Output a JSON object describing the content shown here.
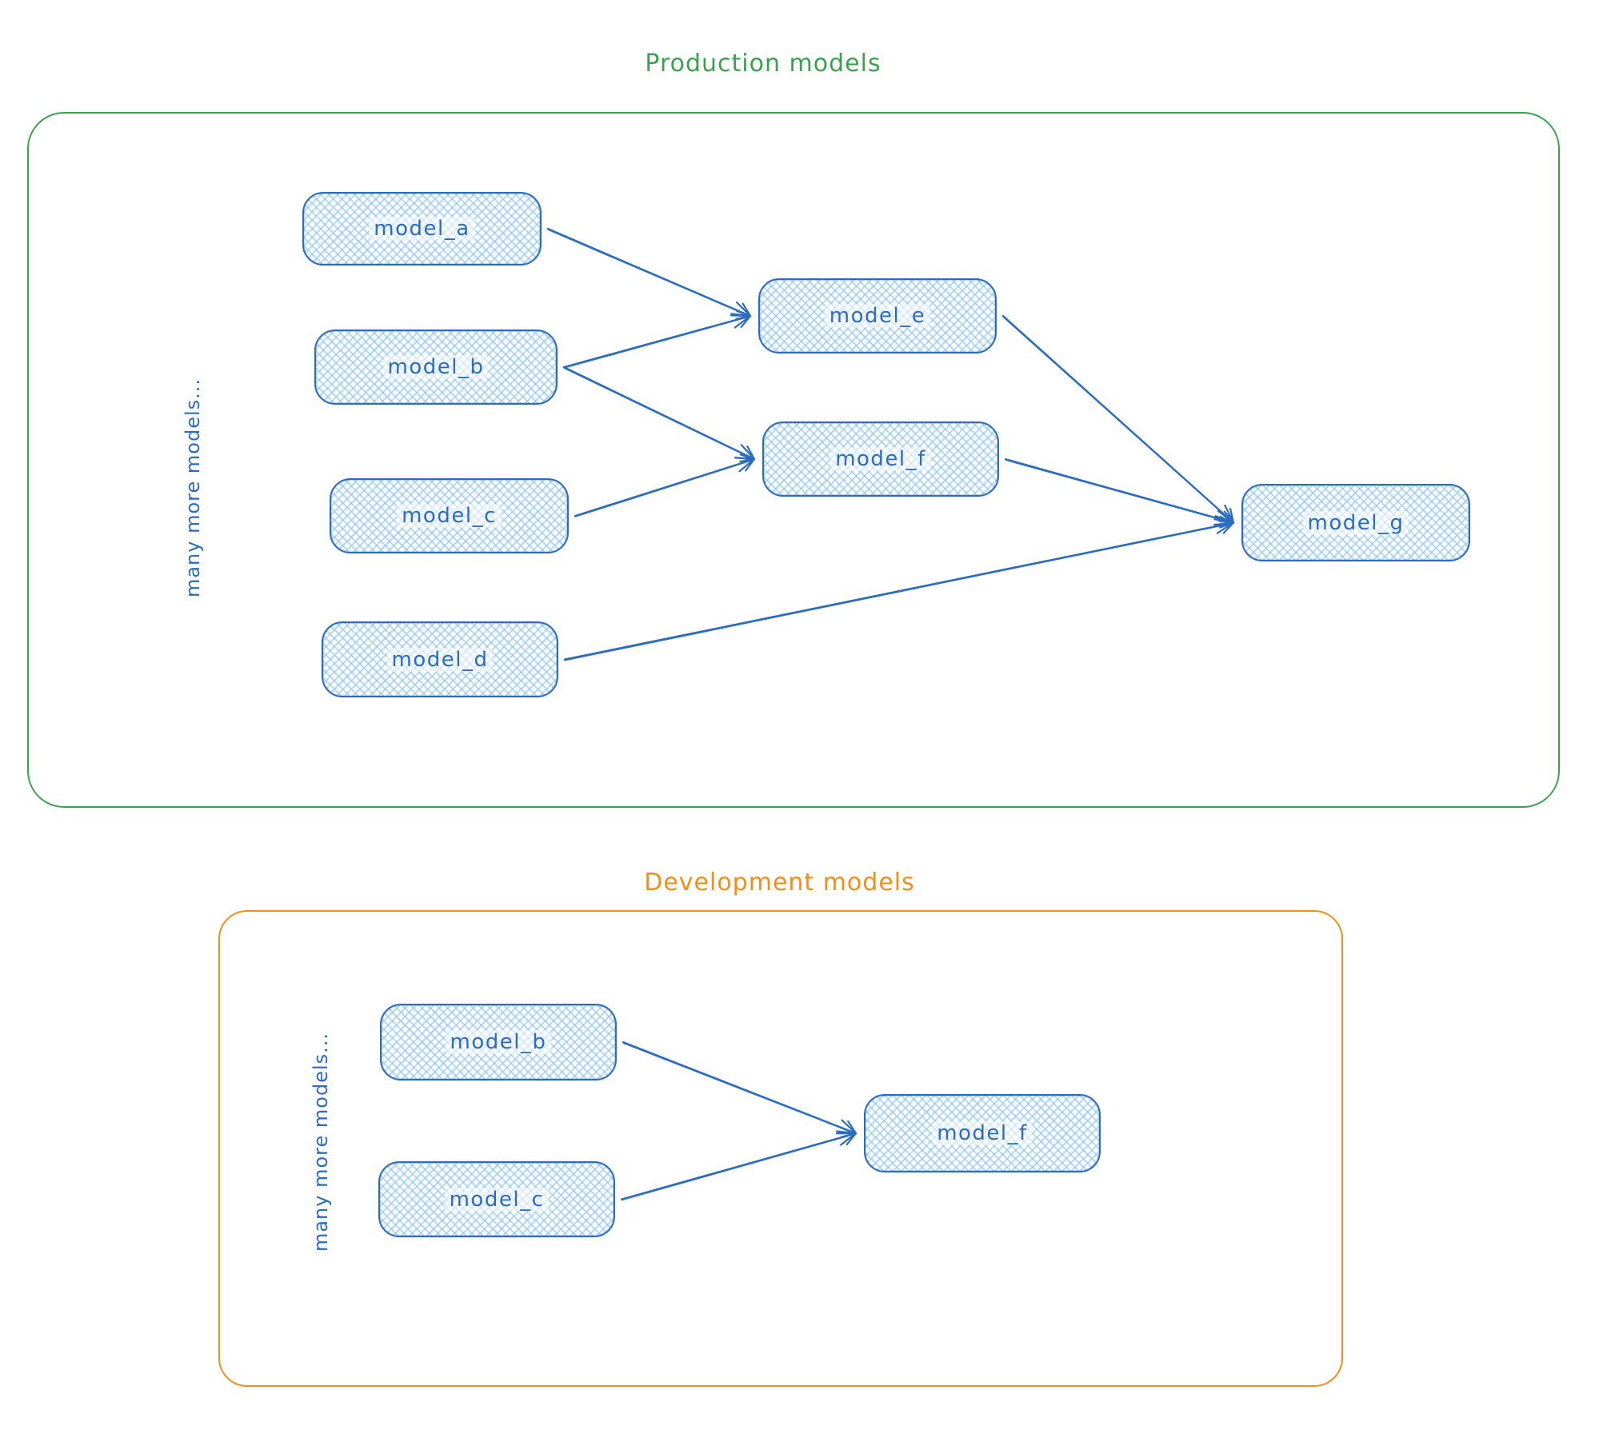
{
  "production": {
    "title": "Production models",
    "accent_color": "#3aa24f",
    "side_note": "many more models...",
    "nodes": [
      {
        "id": "model_a",
        "label": "model_a"
      },
      {
        "id": "model_b",
        "label": "model_b"
      },
      {
        "id": "model_c",
        "label": "model_c"
      },
      {
        "id": "model_d",
        "label": "model_d"
      },
      {
        "id": "model_e",
        "label": "model_e"
      },
      {
        "id": "model_f",
        "label": "model_f"
      },
      {
        "id": "model_g",
        "label": "model_g"
      }
    ],
    "edges": [
      {
        "from": "model_a",
        "to": "model_e"
      },
      {
        "from": "model_b",
        "to": "model_e"
      },
      {
        "from": "model_b",
        "to": "model_f"
      },
      {
        "from": "model_c",
        "to": "model_f"
      },
      {
        "from": "model_d",
        "to": "model_g"
      },
      {
        "from": "model_e",
        "to": "model_g"
      },
      {
        "from": "model_f",
        "to": "model_g"
      }
    ]
  },
  "development": {
    "title": "Development models",
    "accent_color": "#ef8f1c",
    "side_note": "many more models...",
    "nodes": [
      {
        "id": "model_b",
        "label": "model_b"
      },
      {
        "id": "model_c",
        "label": "model_c"
      },
      {
        "id": "model_f",
        "label": "model_f"
      }
    ],
    "edges": [
      {
        "from": "model_b",
        "to": "model_f"
      },
      {
        "from": "model_c",
        "to": "model_f"
      }
    ]
  },
  "style": {
    "node_stroke_color": "#2b6cbf",
    "node_fill_color": "#d8eafc",
    "arrow_color": "#2b6cbf"
  }
}
